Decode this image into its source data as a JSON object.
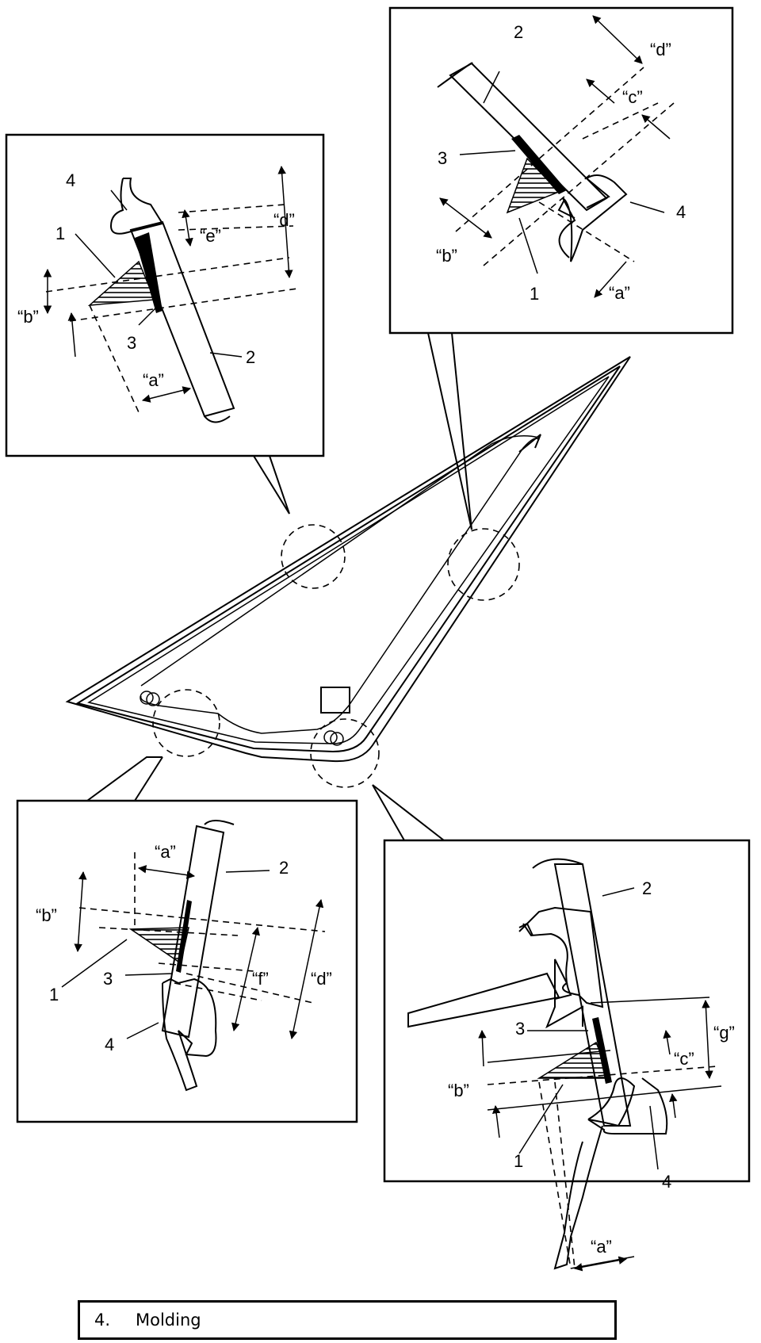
{
  "colors": {
    "ink": "#000000",
    "background": "#ffffff"
  },
  "labels": {
    "n1": "1",
    "n2": "2",
    "n3": "3",
    "n4": "4",
    "a": "“a”",
    "b": "“b”",
    "c": "“c”",
    "d": "“d”",
    "e": "“e”",
    "f": "“f”",
    "g": "“g”"
  },
  "legend": {
    "number": "4.",
    "text": "Molding"
  }
}
